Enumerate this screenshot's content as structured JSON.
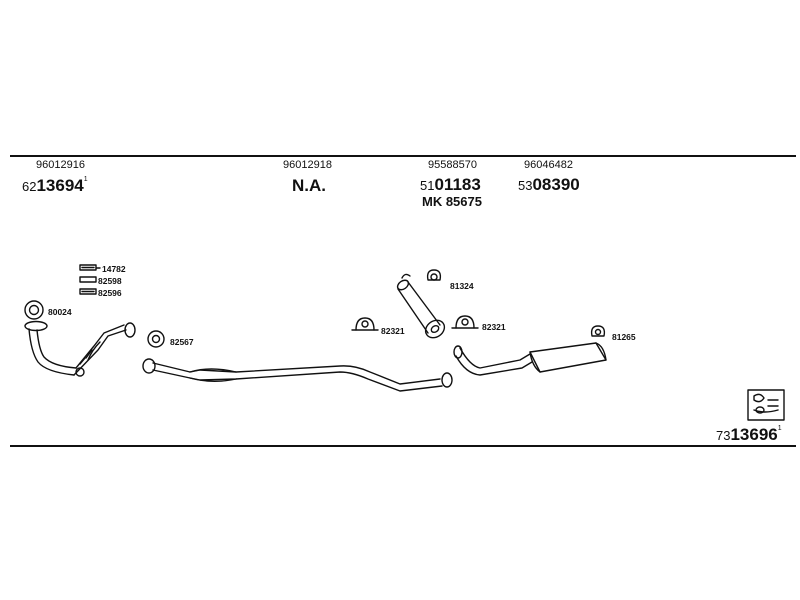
{
  "header": {
    "col1": {
      "code": "96012916",
      "prefix": "62",
      "number": "13694",
      "suffix": "1"
    },
    "col2": {
      "code": "96012918",
      "number": "N.A."
    },
    "col3": {
      "code": "95588570",
      "prefix": "51",
      "number": "01183",
      "sub": "MK 85675"
    },
    "col4": {
      "code": "96046482",
      "prefix": "53",
      "number": "08390"
    }
  },
  "parts": {
    "p14782": "14782",
    "p82598": "82598",
    "p82596": "82596",
    "p80024": "80024",
    "p82567": "82567",
    "p81324": "81324",
    "p82321a": "82321",
    "p82321b": "82321",
    "p81265": "81265"
  },
  "footer": {
    "prefix": "73",
    "number": "13696",
    "suffix": "1"
  }
}
